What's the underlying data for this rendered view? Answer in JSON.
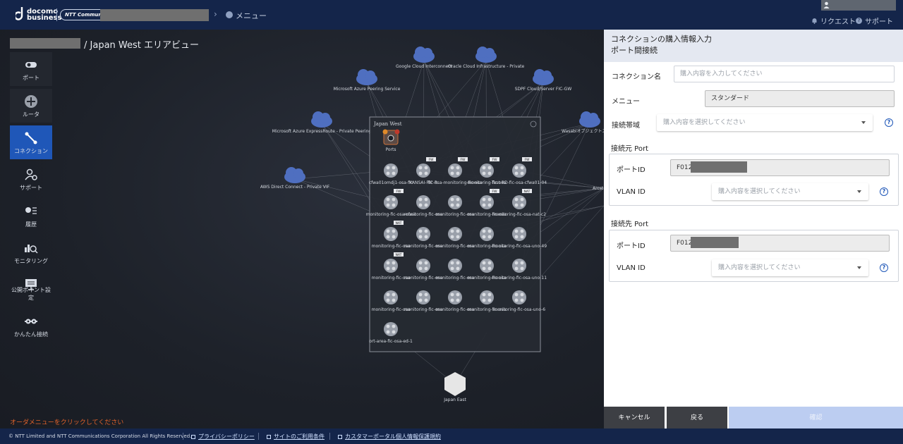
{
  "header": {
    "brand_line1": "docomo",
    "brand_line2": "business",
    "ntt_logo": "NTT Communications",
    "menu_label": "メニュー",
    "request_label": "リクエスト",
    "support_label": "サポート"
  },
  "area": {
    "title": "/ Japan West エリアビュー",
    "hint": "オーダメニューをクリックしてください"
  },
  "sidebar": {
    "items": [
      {
        "label": "ポート",
        "icon": "port-icon"
      },
      {
        "label": "ルータ",
        "icon": "router-icon"
      },
      {
        "label": "コネクション",
        "icon": "connection-icon",
        "active": true
      },
      {
        "label": "サポート",
        "icon": "support-icon"
      },
      {
        "label": "履歴",
        "icon": "history-icon"
      },
      {
        "label": "モニタリング",
        "icon": "monitoring-icon"
      },
      {
        "label": "公開ポイント設定",
        "icon": "public-point-icon"
      },
      {
        "label": "かんたん接続",
        "icon": "easy-connect-icon"
      }
    ]
  },
  "topology": {
    "clouds": [
      "Google Cloud Interconnect",
      "Oracle Cloud Infrastructure - Private",
      "Microsoft Azure Peering Service",
      "SDPF Cloud/Server FIC-GW",
      "Microsoft Azure ExpressRoute - Private Peering",
      "Wasabiオブジェクトス",
      "AWS Direct Connect - Private VIF",
      "Arcst"
    ],
    "area_box_title": "Japan West",
    "ports_label": "Ports",
    "node_rows": [
      [
        "cfwa01omdj1-osa-fic",
        "KANSAI-FIC-R",
        "fic-osa-monitoring-fic-osa",
        "monitoring-fic-osa",
        "Test-RD-fic-osa-cfwa01-04"
      ],
      [
        "monitoring-fic-osa-cfwa",
        "monitoring-fic-osa",
        "monitoring-fic-osa",
        "monitoring-fic-osa",
        "monitoring-fic-osa-nat-c2"
      ],
      [
        "monitoring-fic-osa",
        "monitoring-fic-osa",
        "monitoring-fic-osa",
        "monitoring-fic-osa",
        "monitoring-fic-osa-uno-49"
      ],
      [
        "monitoring-fic-osa",
        "monitoring-fic-osa",
        "monitoring-fic-osa",
        "monitoring-fic-osa",
        "monitoring-fic-osa-uno-11"
      ],
      [
        "monitoring-fic-osa",
        "monitoring-fic-osa",
        "monitoring-fic-osa",
        "monitoring-fic-osa",
        "monitoring-fic-osa-uno-6"
      ],
      [
        "ort-area-fic-osa-ed-1"
      ]
    ],
    "badges": [
      "FW",
      "FW",
      "FW",
      "FW",
      "FW",
      "NAT",
      "NAT",
      "NAT",
      "FW"
    ],
    "japan_east_label": "Japan East"
  },
  "panel": {
    "title": "コネクションの購入情報入力",
    "subtitle": "ポート間接続",
    "connection_name_label": "コネクション名",
    "connection_name_placeholder": "購入内容を入力してください",
    "menu_label": "メニュー",
    "menu_value": "スタンダード",
    "bandwidth_label": "接続帯域",
    "bandwidth_placeholder": "購入内容を選択してください",
    "source_port_title": "接続元 Port",
    "dest_port_title": "接続先 Port",
    "port_id_label": "ポートID",
    "source_port_id": "F012",
    "dest_port_id": "F012",
    "vlan_label": "VLAN ID",
    "vlan_placeholder": "購入内容を選択してください",
    "help_mark": "?",
    "cancel_label": "キャンセル",
    "back_label": "戻る",
    "confirm_label": "確認"
  },
  "footer": {
    "copyright": "© NTT Limited and NTT Communications Corporation All Rights Reserved.",
    "links": [
      "プライバシーポリシー",
      "サイトのご利用条件",
      "カスタマーポータル個人情報保護規約"
    ]
  }
}
